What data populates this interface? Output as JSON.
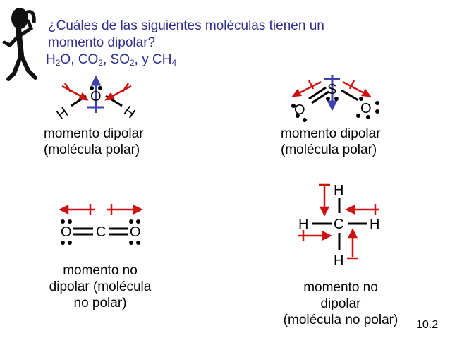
{
  "title": {
    "line1": "¿Cuáles de las siguientes moléculas tienen un",
    "line2": "momento dipolar?",
    "formulas": [
      {
        "base": "H",
        "sub": "2",
        "tail": "O, "
      },
      {
        "base": "CO",
        "sub": "2",
        "tail": ", "
      },
      {
        "base": "SO",
        "sub": "2",
        "tail": ", y "
      },
      {
        "base": "CH",
        "sub": "4",
        "tail": ""
      }
    ]
  },
  "molecules": {
    "h2o": {
      "atoms": {
        "o": "O",
        "h1": "H",
        "h2": "H"
      },
      "label1": "momento dipolar",
      "label2": "(molécula polar)"
    },
    "so2": {
      "atoms": {
        "s": "S",
        "o1": "O",
        "o2": "O"
      },
      "label1": "momento dipolar",
      "label2": "(molécula polar)"
    },
    "co2": {
      "atoms": {
        "o1": "O",
        "c": "C",
        "o2": "O"
      },
      "label1": "momento no",
      "label2": "dipolar (molécula",
      "label3": "no polar)"
    },
    "ch4": {
      "atoms": {
        "h_top": "H",
        "h_left": "H",
        "c": "C",
        "h_right": "H",
        "h_bottom": "H"
      },
      "label1": "momento no",
      "label2": "dipolar",
      "label3": "(molécula no polar)"
    }
  },
  "page_number": "10.2",
  "colors": {
    "title": "#2e2e8f",
    "dipole": "#cc1111",
    "net_dipole": "#4040b0",
    "bond": "#000000"
  },
  "icons": [
    "thinking-stick-figure-icon"
  ]
}
